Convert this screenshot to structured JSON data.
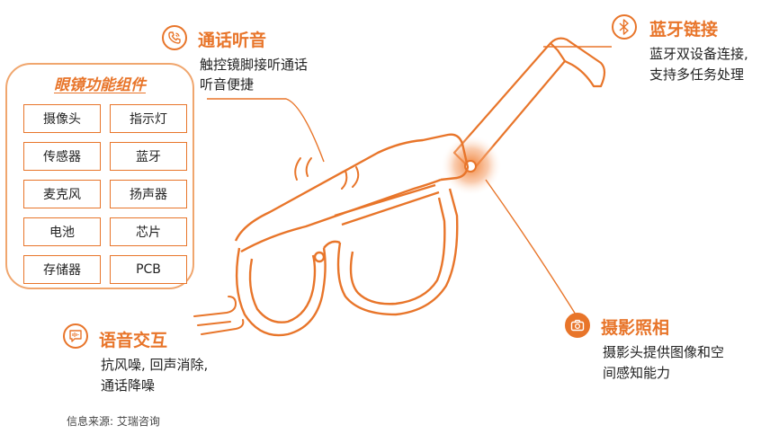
{
  "components": {
    "title": "眼镜功能组件",
    "items": [
      "摄像头",
      "指示灯",
      "传感器",
      "蓝牙",
      "麦克风",
      "扬声器",
      "电池",
      "芯片",
      "存储器",
      "PCB"
    ]
  },
  "features": {
    "call": {
      "title": "通话听音",
      "desc1": "触控镜脚接听通话",
      "desc2": "听音便捷"
    },
    "bluetooth": {
      "title": "蓝牙链接",
      "desc1": "蓝牙双设备连接,",
      "desc2": "支持多任务处理"
    },
    "voice": {
      "title": "语音交互",
      "desc1": "抗风噪, 回声消除,",
      "desc2": "通话降噪"
    },
    "camera": {
      "title": "摄影照相",
      "desc1": "摄影头提供图像和空",
      "desc2": "间感知能力"
    }
  },
  "source": "信息来源: 艾瑞咨询",
  "colors": {
    "accent": "#e8752a",
    "accent_light": "#f0a66e"
  },
  "icons": {
    "call": "phone-icon",
    "bluetooth": "bluetooth-icon",
    "voice": "chat-bubble-icon",
    "camera": "camera-icon"
  }
}
